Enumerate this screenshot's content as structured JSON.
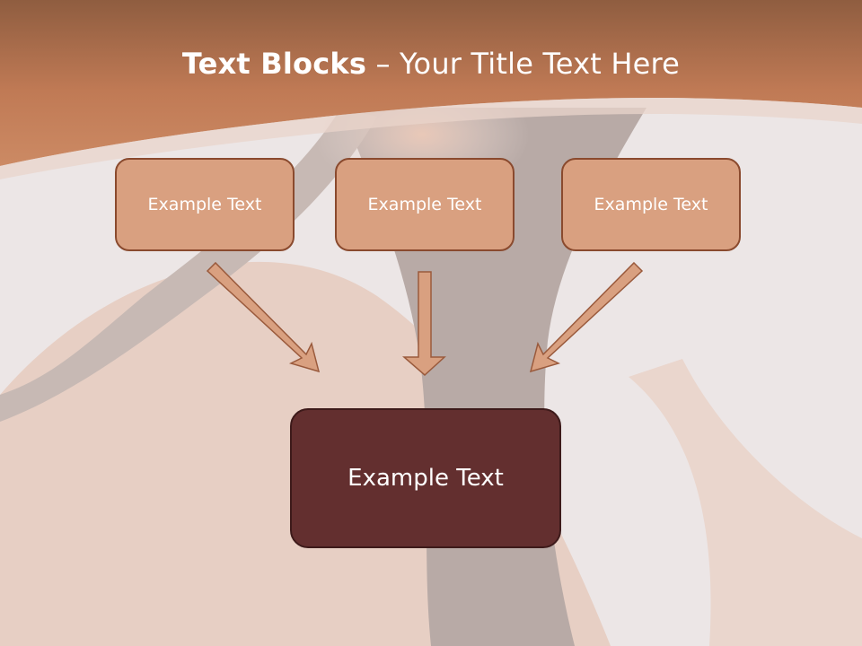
{
  "title": {
    "bold": "Text Blocks",
    "rest": " – Your Title Text Here"
  },
  "boxes": {
    "left": "Example Text",
    "center": "Example Text",
    "right": "Example Text",
    "bottom": "Example Text"
  },
  "colors": {
    "header": "#c88660",
    "box_fill": "#d9a080",
    "box_border": "#8a4a2e",
    "bottom_box": "#632f2f",
    "arrow_fill": "#d9a080"
  }
}
